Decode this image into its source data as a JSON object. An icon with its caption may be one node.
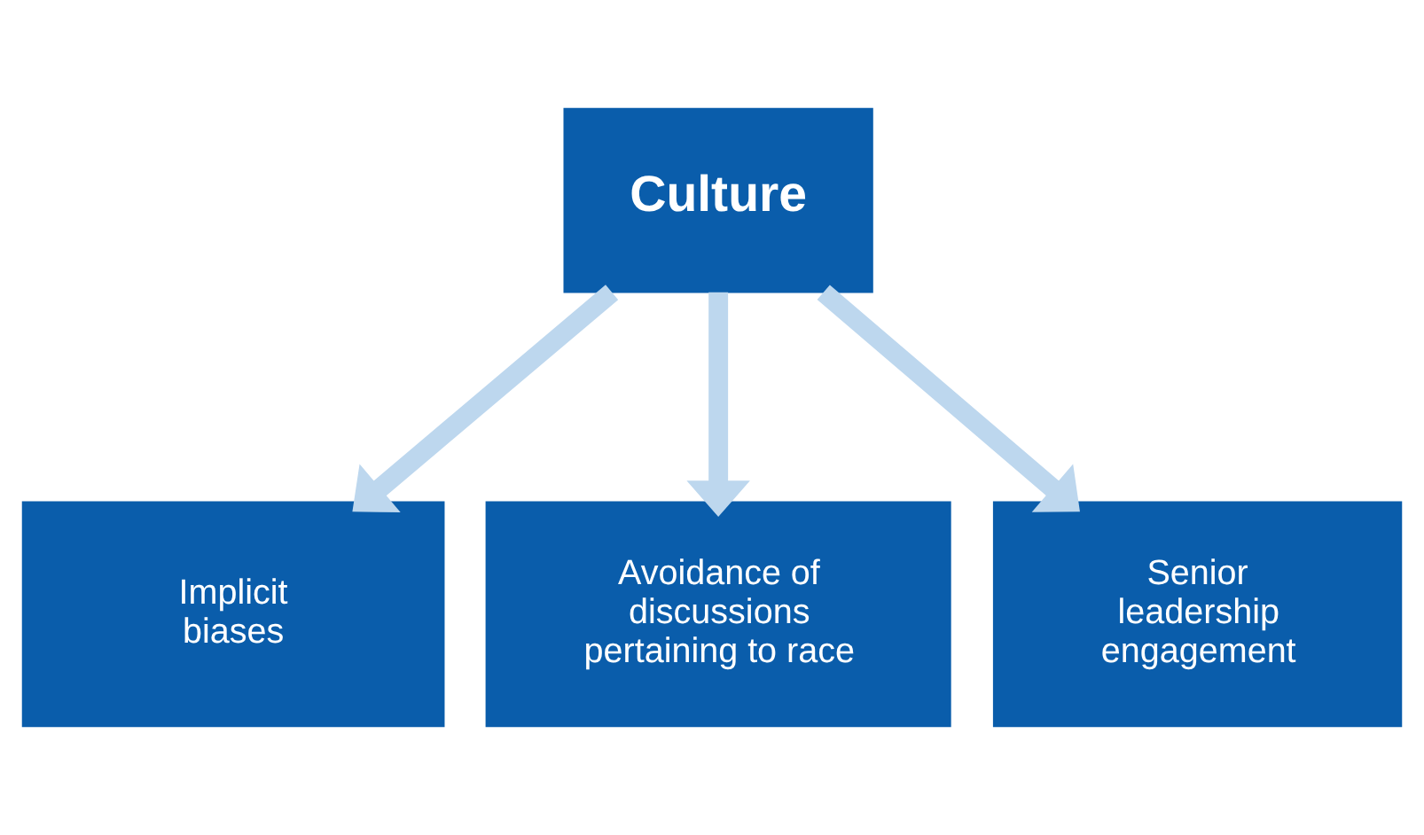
{
  "diagram": {
    "nodes": [
      {
        "text": [
          "Culture"
        ]
      },
      {
        "text": [
          "Implicit biases"
        ]
      },
      {
        "text": [
          "Avoidance of discussions pertaining to race"
        ]
      },
      {
        "text": [
          "Senior leadership engagement"
        ]
      }
    ],
    "edges": [
      {
        "from": 0,
        "to": 1,
        "arrow": "to"
      },
      {
        "from": 0,
        "to": 2,
        "arrow": "to"
      },
      {
        "from": 0,
        "to": 3,
        "arrow": "to"
      }
    ]
  }
}
